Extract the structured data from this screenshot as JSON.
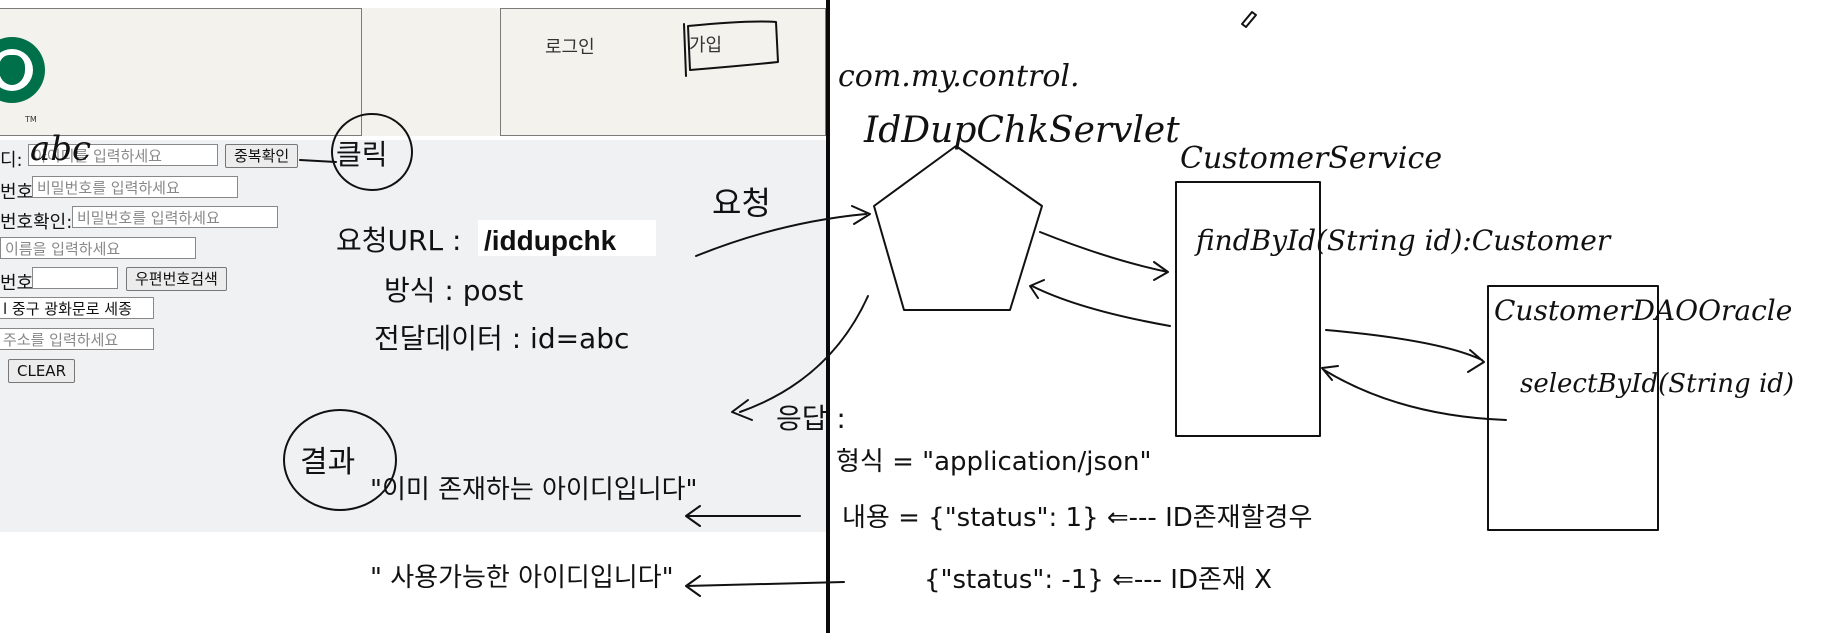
{
  "webpage": {
    "nav": {
      "login": "로그인",
      "join": "가입"
    },
    "logo": {
      "tm": "TM"
    },
    "form": {
      "id_label": "디:",
      "id_value": "abc",
      "id_placeholder": "아이디를 입력하세요",
      "dup_button": "중복확인",
      "pw_label": "번호:",
      "pw_placeholder": "비밀번호를 입력하세요",
      "pw2_label": "번호확인:",
      "pw2_placeholder": "비밀번호를 입력하세요",
      "name_placeholder": "이름을 입력하세요",
      "zip_label": "번호:",
      "zip_button": "우편번호검색",
      "addr_value": "l 중구 광화문로 세종",
      "addr2_placeholder": "주소를 입력하세요",
      "clear_button": "CLEAR"
    }
  },
  "notes": {
    "click": "클릭",
    "request": "요청",
    "request_url_label": "요청URL :",
    "request_url_value": "/iddupchk",
    "method": "방식 : post",
    "params": "전달데이터 : id=abc",
    "response": "응답 :",
    "result": "결과",
    "msg_exists": "\"이미 존재하는 아이디입니다\"",
    "msg_available": "\" 사용가능한 아이디입니다\"",
    "package": "com.my.control.",
    "servlet": "IdDupChkServlet",
    "service": "CustomerService",
    "service_method": "findById(String id):Customer",
    "dao": "CustomerDAOOracle",
    "dao_method": "selectById(String id)",
    "format": "형식 = \"application/json\"",
    "content": "내용 = {\"status\": 1} ⇐--- ID존재할경우",
    "content2": "{\"status\": -1} ⇐--- ID존재 X"
  }
}
